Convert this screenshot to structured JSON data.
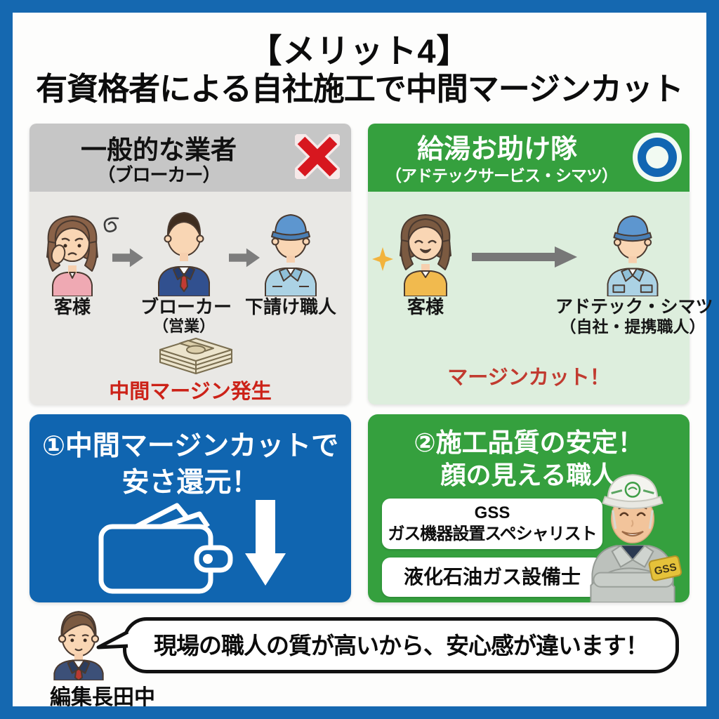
{
  "page": {
    "title_line1": "【メリット4】",
    "title_line2": "有資格者による自社施工で中間マージンカット"
  },
  "panel_general": {
    "header": "一般的な業者",
    "subheader": "（ブローカー）",
    "actor1_label": "客様",
    "actor2_label": "ブローカー",
    "actor2_sublabel": "（営業）",
    "actor3_label": "下請け職人",
    "warning": "中間マージン発生"
  },
  "panel_service": {
    "header": "給湯お助け隊",
    "subheader": "（アドテックサービス・シマツ）",
    "actor1_label": "客様",
    "actor2_label": "アドテック・シマツ",
    "actor2_sublabel": "（自社・提携職人）",
    "highlight": "マージンカット！"
  },
  "panel_merit1": {
    "line1": "①中間マージンカットで",
    "line2": "安さ還元！"
  },
  "panel_merit2": {
    "line1": "②施工品質の安定！",
    "line2": "顔の見える職人",
    "badge1_line1": "GSS",
    "badge1_line2": "ガス機器設置スペシャリスト",
    "badge2": "液化石油ガス設備士",
    "armband": "GSS"
  },
  "footer": {
    "avatar_label": "編集長田中",
    "speech": "現場の職人の質が高いから、安心感が違います！"
  },
  "icons": {
    "general_mark": "✕",
    "service_mark": "◯",
    "money_stack": "banknote-stack",
    "wallet": "wallet-outline",
    "down_arrow": "↓",
    "flow_arrow": "→",
    "sparkle": "✦",
    "confusion_swirl": "spiral"
  },
  "colors": {
    "frame_blue": "#1568b0",
    "panel_blue": "#1065b0",
    "green": "#35a03e",
    "green_light": "#ddeedd",
    "gray_header": "#c6c6c6",
    "gray_light": "#e9e8e5",
    "cross_red": "#d7171f",
    "warning_red": "#cc2218",
    "highlight_red": "#c13b30"
  }
}
